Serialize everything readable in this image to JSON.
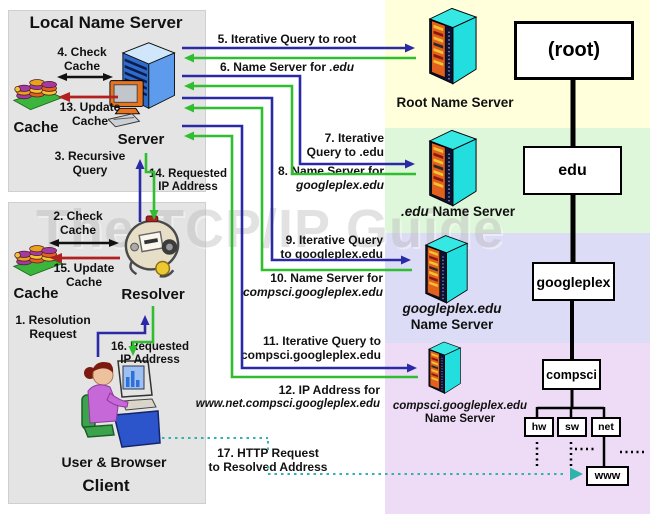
{
  "colors": {
    "query_arrow": "#2a2aa6",
    "response_arrow": "#2fbe2f",
    "cache_check_arrow": "#111111",
    "cache_update_arrow": "#b32020",
    "http_arrow": "#2fb3ab",
    "tree_line": "#000000",
    "band_root": "#ffffdb",
    "band_edu": "#def6d9",
    "band_googleplex": "#dcdcf6",
    "band_compsci": "#eedcf6",
    "panel_bg": "#e4e4e4"
  },
  "watermark": "The TCP/IP Guide",
  "local_server_panel": {
    "title": "Local Name Server",
    "cache_label": "Cache",
    "server_label": "Server",
    "check_cache": [
      "4. Check",
      "Cache"
    ],
    "update_cache": [
      "13. Update",
      "Cache"
    ]
  },
  "client_panel": {
    "title": "Client",
    "cache_label": "Cache",
    "resolver_label": "Resolver",
    "user_label": "User & Browser",
    "check_cache": [
      "2. Check",
      "Cache"
    ],
    "update_cache": [
      "15. Update",
      "Cache"
    ]
  },
  "steps": {
    "s1": [
      "1. Resolution",
      "Request"
    ],
    "s3": [
      "3. Recursive",
      "Query"
    ],
    "s5": [
      "5. Iterative Query to root"
    ],
    "s6": [
      "6. Name Server for ",
      ".edu"
    ],
    "s7": [
      "7. Iterative",
      "Query to .edu"
    ],
    "s8": [
      "8. Name Server for",
      "googleplex.edu"
    ],
    "s9": [
      "9. Iterative Query",
      "to googleplex.edu"
    ],
    "s10": [
      "10. Name Server for",
      "compsci.googleplex.edu"
    ],
    "s11": [
      "11. Iterative Query to",
      "compsci.googleplex.edu"
    ],
    "s12": [
      "12. IP Address for",
      "www.net.compsci.googleplex.edu"
    ],
    "s14": [
      "14. Requested",
      "IP Address"
    ],
    "s16": [
      "16. Requested",
      "IP Address"
    ],
    "s17": [
      "17. HTTP Request",
      "to Resolved Address"
    ]
  },
  "remote_servers": {
    "root": {
      "label": "Root Name Server"
    },
    "edu": {
      "name": ".edu",
      "rest": " Name Server"
    },
    "googleplex": {
      "name": "googleplex.edu",
      "rest": "Name Server"
    },
    "compsci": {
      "name": "compsci.googleplex.edu",
      "rest": "Name Server"
    }
  },
  "tree": {
    "root": "(root)",
    "edu": "edu",
    "googleplex": "googleplex",
    "compsci": "compsci",
    "hw": "hw",
    "sw": "sw",
    "net": "net",
    "www": "www"
  }
}
